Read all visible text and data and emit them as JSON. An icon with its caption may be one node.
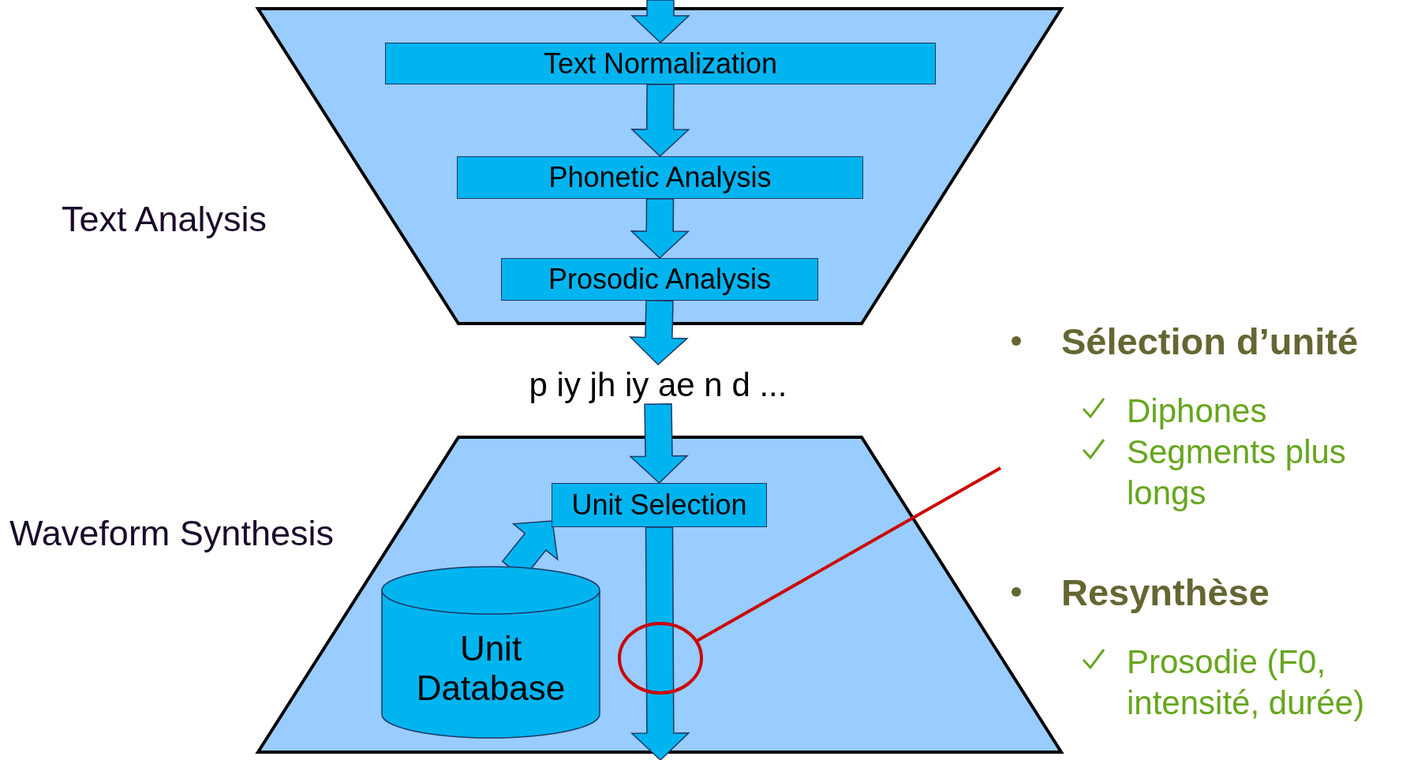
{
  "diagram": {
    "nodes": [
      {
        "text": [],
        "shape": "trapezoid",
        "beside": [
          "Text Analysis"
        ]
      },
      {
        "text": [
          "Text Normalization"
        ],
        "in": 0
      },
      {
        "text": [
          "Phonetic Analysis"
        ],
        "in": 0
      },
      {
        "text": [
          "Prosodic Analysis"
        ],
        "in": 0
      },
      {
        "text": [
          "p iy jh iy ae n d ..."
        ]
      },
      {
        "text": [],
        "shape": "trapezoid",
        "beside": [
          "Waveform Synthesis"
        ]
      },
      {
        "text": [
          "Unit Selection"
        ],
        "in": 5
      },
      {
        "text": [
          "Unit Database"
        ],
        "in": 5
      },
      {
        "text": [],
        "shape": "circle",
        "in": 5
      }
    ],
    "edges": [
      {
        "from": null,
        "to": 1,
        "arrow": "to"
      },
      {
        "from": 1,
        "to": 2,
        "arrow": "to"
      },
      {
        "from": 2,
        "to": 3,
        "arrow": "to"
      },
      {
        "from": 3,
        "to": 4,
        "arrow": "to"
      },
      {
        "from": 4,
        "to": 6,
        "arrow": "to"
      },
      {
        "from": 7,
        "to": 6,
        "arrow": "to"
      },
      {
        "from": 6,
        "to": null,
        "arrow": "to"
      },
      {
        "from": 8,
        "to": null,
        "arrow": "none",
        "color": "#cc0000"
      }
    ],
    "labels": [
      "Sélection d’unité",
      "Diphones",
      "Segments plus longs",
      "Resynthèse",
      "Prosodie (F0, intensité, durée)"
    ]
  }
}
